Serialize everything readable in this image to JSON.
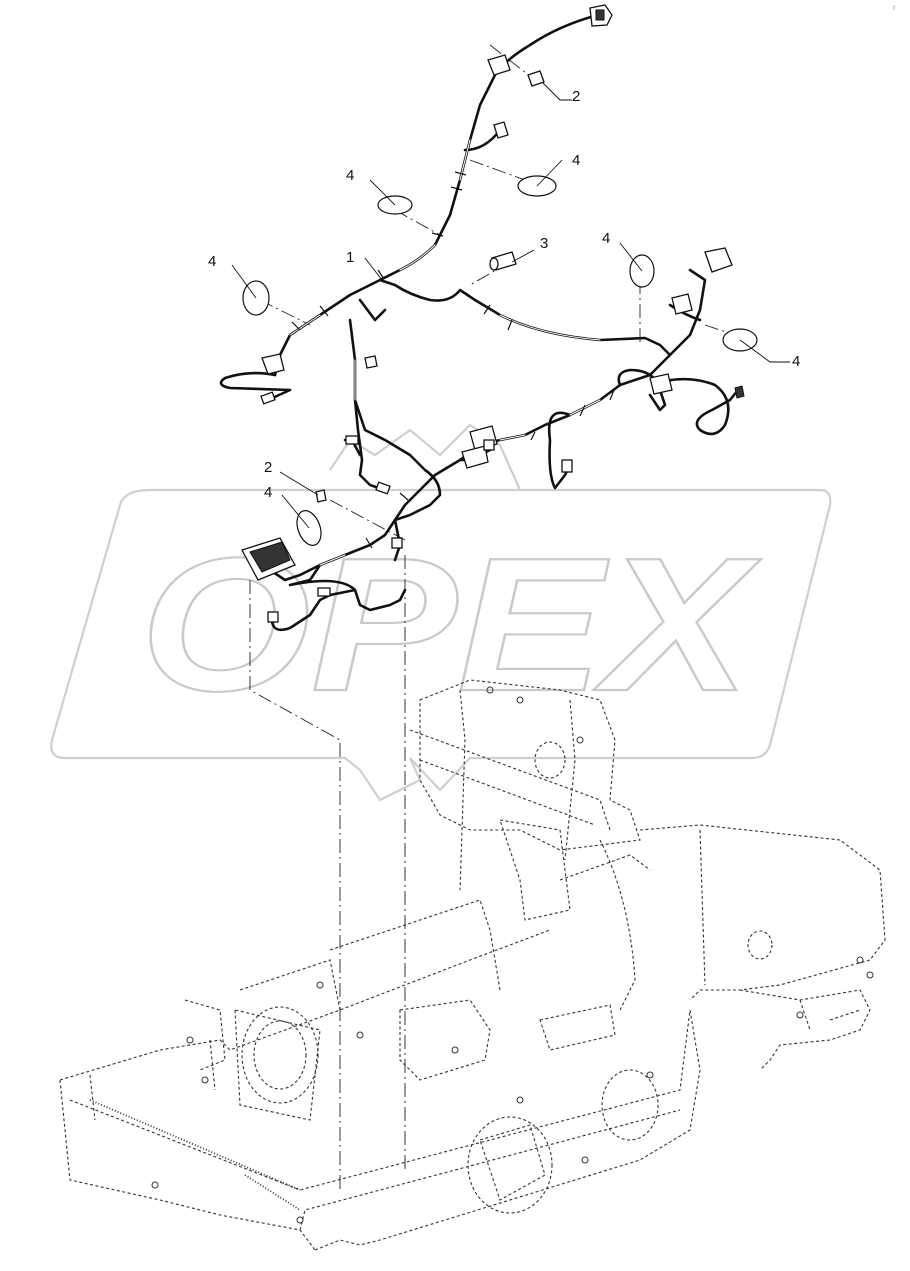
{
  "watermark": {
    "text": "OPEX"
  },
  "callouts": [
    {
      "id": "c2-top",
      "label": "2"
    },
    {
      "id": "c4-a",
      "label": "4"
    },
    {
      "id": "c4-b",
      "label": "4"
    },
    {
      "id": "c1",
      "label": "1"
    },
    {
      "id": "c3",
      "label": "3"
    },
    {
      "id": "c4-c",
      "label": "4"
    },
    {
      "id": "c4-d",
      "label": "4"
    },
    {
      "id": "c4-e",
      "label": "4"
    },
    {
      "id": "c2-low",
      "label": "2"
    },
    {
      "id": "c4-f",
      "label": "4"
    }
  ],
  "corner_mark": "r"
}
